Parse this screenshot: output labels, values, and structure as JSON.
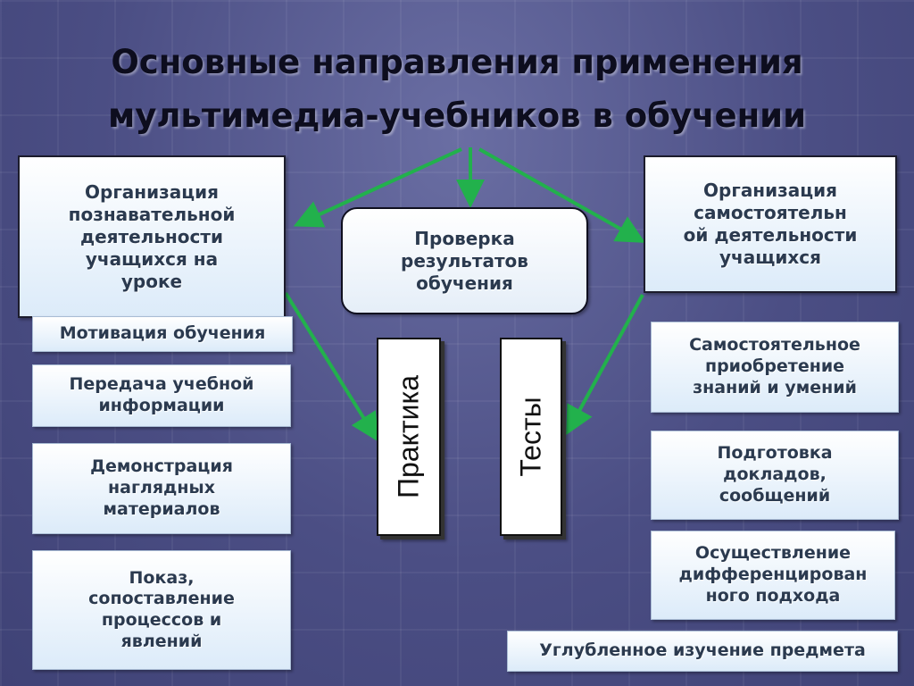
{
  "title": {
    "line1": "Основные направления применения",
    "line2": "мультимедиа-учебников в обучении"
  },
  "boxes": {
    "org_cognitive": "Организация\nпознавательной\nдеятельности\nучащихся на\nуроке",
    "org_independent": "Организация\nсамостоятельн\nой деятельности\nучащихся",
    "check_results": "Проверка\nрезультатов\nобучения",
    "motivation": "Мотивация обучения",
    "info_transfer": "Передача учебной\nинформации",
    "demonstration": "Демонстрация\nнаглядных\nматериалов",
    "show_compare": "Показ,\nсопоставление\nпроцессов и\nявлений",
    "self_acquire": "Самостоятельное\nприобретение\nзнаний и умений",
    "reports": "Подготовка\nдокладов,\nсообщений",
    "differentiated": "Осуществление\nдифференцирован\nного подхода",
    "deep_study": "Углубленное изучение предмета"
  },
  "vertical": {
    "practice": "Практика",
    "tests": "Тесты"
  },
  "colors": {
    "arrow": "#22b14c",
    "background": "#4f5287",
    "box_text": "#2b3a4f"
  }
}
